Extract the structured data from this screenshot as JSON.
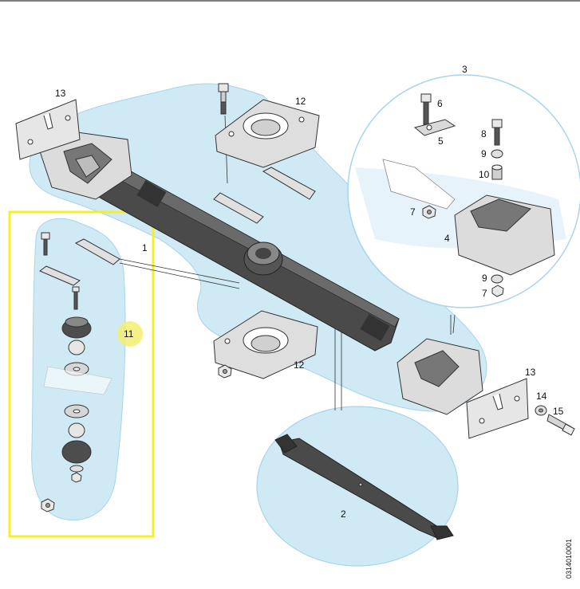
{
  "diagram": {
    "callouts": {
      "c1": "1",
      "c2": "2",
      "c3": "3",
      "c4": "4",
      "c5": "5",
      "c6": "6",
      "c7a": "7",
      "c7b": "7",
      "c8": "8",
      "c9a": "9",
      "c9b": "9",
      "c10": "10",
      "c11": "11",
      "c12a": "12",
      "c12b": "12",
      "c13a": "13",
      "c13b": "13",
      "c14": "14",
      "c15": "15"
    },
    "drawing_code": "0314010001"
  },
  "colors": {
    "bubble_fill": "#cfe9f5",
    "highlight_box": "#f5ef2a",
    "highlight_marker": "#f3ef6e",
    "part_dark": "#4a4a4a",
    "part_light": "#dcdcdc"
  }
}
